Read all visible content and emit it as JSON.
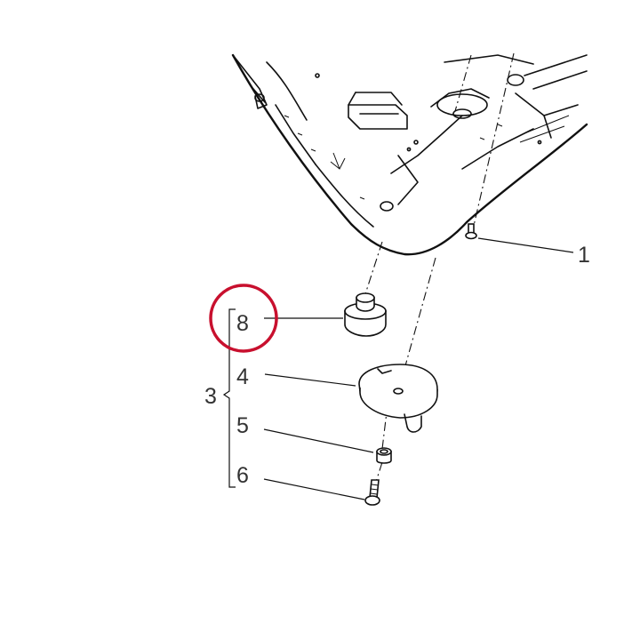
{
  "callouts": {
    "c1": "1",
    "c3": "3",
    "c4": "4",
    "c5": "5",
    "c6": "6",
    "c8": "8"
  },
  "highlight": {
    "target": "8",
    "color": "#c8102e"
  }
}
